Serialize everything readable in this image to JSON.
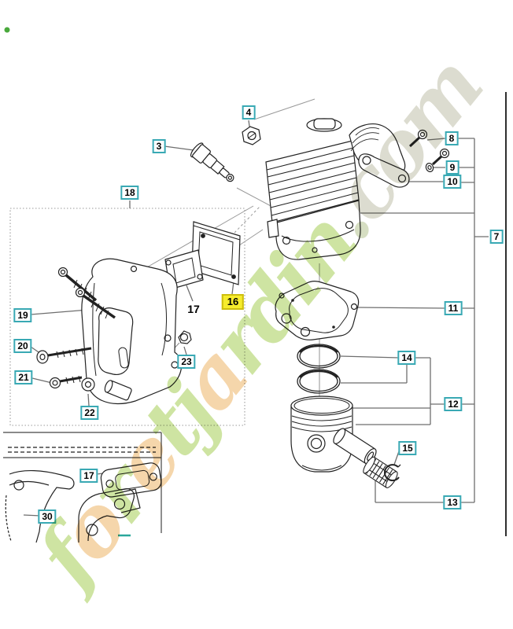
{
  "selected_callout": "16",
  "colors": {
    "callout_border": "#39a9b4",
    "highlight_bg": "#f6ec2d",
    "highlight_border": "#cdbe0e",
    "leader_line": "#6e6e6e",
    "page_edge_line": "#2f2f2f",
    "watermark_green": "#c6df92",
    "watermark_orange": "#f4cf9c",
    "watermark_gray": "#d6d6c8",
    "accent_dot_green": "#4aa93c",
    "accent_dash_teal": "#2aa79b"
  },
  "callouts": {
    "n3": "3",
    "n4": "4",
    "n7": "7",
    "n8": "8",
    "n9": "9",
    "n10": "10",
    "n11": "11",
    "n12": "12",
    "n13": "13",
    "n14": "14",
    "n15": "15",
    "n16": "16",
    "n17a": "17",
    "n17b": "17",
    "n18": "18",
    "n19": "19",
    "n20": "20",
    "n21": "21",
    "n22": "22",
    "n23": "23",
    "n30": "30"
  },
  "site_watermark": {
    "text": "foretjardin.com",
    "letters": [
      {
        "ch": "f",
        "color": "#c6df92"
      },
      {
        "ch": "o",
        "color": "#f4cf9c"
      },
      {
        "ch": "r",
        "color": "#c6df92"
      },
      {
        "ch": "e",
        "color": "#f4cf9c"
      },
      {
        "ch": "t",
        "color": "#c6df92"
      },
      {
        "ch": "j",
        "color": "#c6df92"
      },
      {
        "ch": "a",
        "color": "#f4cf9c"
      },
      {
        "ch": "r",
        "color": "#c6df92"
      },
      {
        "ch": "d",
        "color": "#c6df92"
      },
      {
        "ch": "i",
        "color": "#c6df92"
      },
      {
        "ch": "n",
        "color": "#c6df92"
      },
      {
        "ch": ".",
        "color": "#cfd8b8"
      },
      {
        "ch": "c",
        "color": "#d6d6c8"
      },
      {
        "ch": "o",
        "color": "#d6d6c8"
      },
      {
        "ch": "m",
        "color": "#d6d6c8"
      }
    ]
  }
}
